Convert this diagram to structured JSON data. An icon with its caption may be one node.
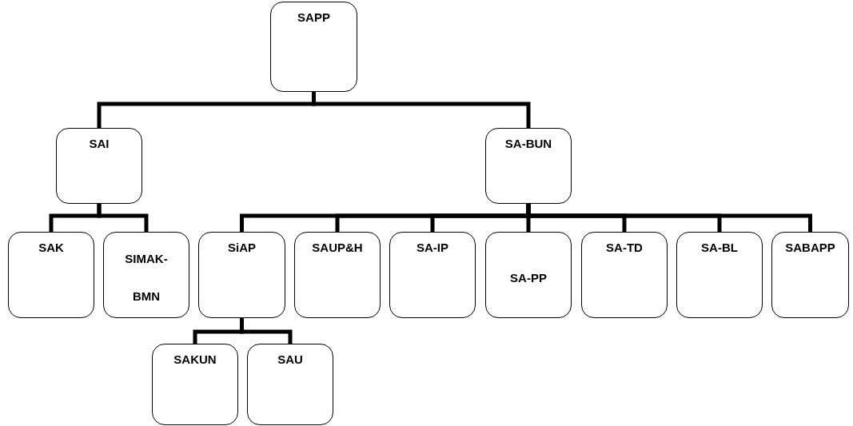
{
  "diagram": {
    "nodes": [
      {
        "text": [
          "SAPP"
        ]
      },
      {
        "text": [
          "SAI"
        ]
      },
      {
        "text": [
          "SA-BUN"
        ]
      },
      {
        "text": [
          "SAK"
        ]
      },
      {
        "text": [
          "SIMAK- BMN"
        ]
      },
      {
        "text": [
          "SiAP"
        ]
      },
      {
        "text": [
          "SAUP&H"
        ]
      },
      {
        "text": [
          "SA-IP"
        ]
      },
      {
        "text": [
          "SA-PP"
        ]
      },
      {
        "text": [
          "SA-TD"
        ]
      },
      {
        "text": [
          "SA-BL"
        ]
      },
      {
        "text": [
          "SABAPP"
        ]
      },
      {
        "text": [
          "SAKUN"
        ]
      },
      {
        "text": [
          "SAU"
        ]
      }
    ],
    "edges": [
      {
        "from": 0,
        "to": 1,
        "arrow": "none"
      },
      {
        "from": 0,
        "to": 2,
        "arrow": "none"
      },
      {
        "from": 1,
        "to": 3,
        "arrow": "none"
      },
      {
        "from": 1,
        "to": 4,
        "arrow": "none"
      },
      {
        "from": 2,
        "to": 5,
        "arrow": "none"
      },
      {
        "from": 2,
        "to": 6,
        "arrow": "none"
      },
      {
        "from": 2,
        "to": 7,
        "arrow": "none"
      },
      {
        "from": 2,
        "to": 8,
        "arrow": "none"
      },
      {
        "from": 2,
        "to": 9,
        "arrow": "none"
      },
      {
        "from": 2,
        "to": 10,
        "arrow": "none"
      },
      {
        "from": 2,
        "to": 11,
        "arrow": "none"
      },
      {
        "from": 5,
        "to": 12,
        "arrow": "none"
      },
      {
        "from": 5,
        "to": 13,
        "arrow": "none"
      }
    ]
  }
}
